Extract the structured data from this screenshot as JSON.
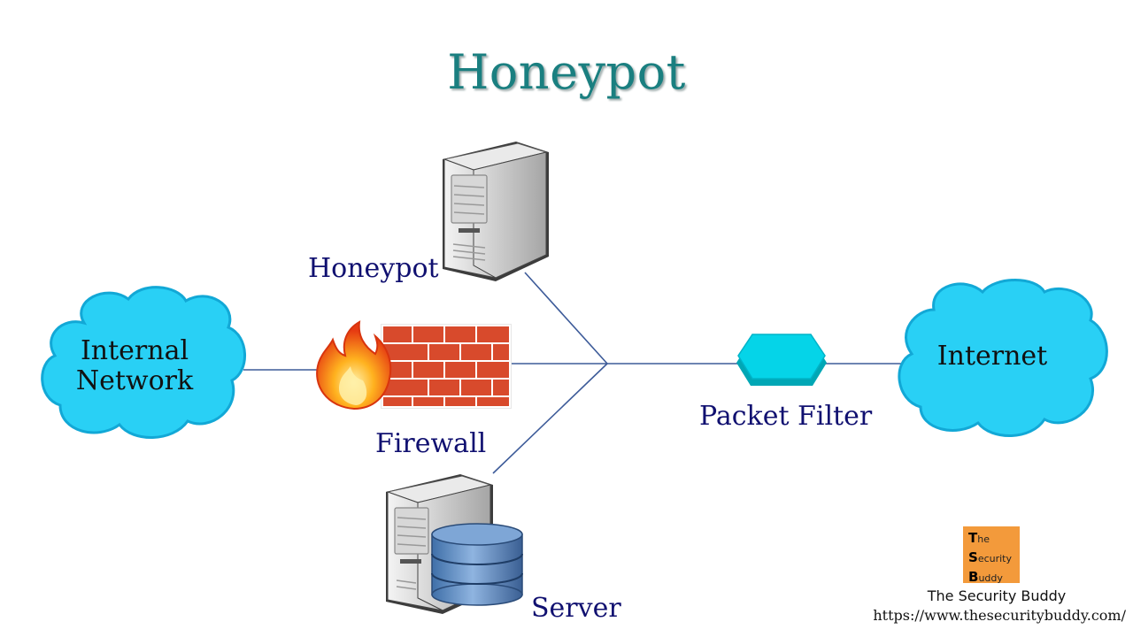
{
  "title": "Honeypot",
  "nodes": {
    "internal_network": {
      "line1": "Internal",
      "line2": "Network"
    },
    "internet": "Internet",
    "honeypot": "Honeypot",
    "firewall": "Firewall",
    "server": "Server",
    "packet_filter": "Packet Filter"
  },
  "brand": {
    "logo_letters": [
      "T",
      "S",
      "B"
    ],
    "logo_words": [
      "he",
      "ecurity",
      "uddy"
    ],
    "name": "The Security Buddy",
    "url": "https://www.thesecuritybuddy.com/"
  },
  "colors": {
    "title": "#1a7f80",
    "label": "#101070",
    "cloud": "#29d0f5",
    "line": "#3d5b99",
    "brick": "#d84a2c",
    "packet_filter": "#00c8dc",
    "logo": "#f39a3b"
  }
}
